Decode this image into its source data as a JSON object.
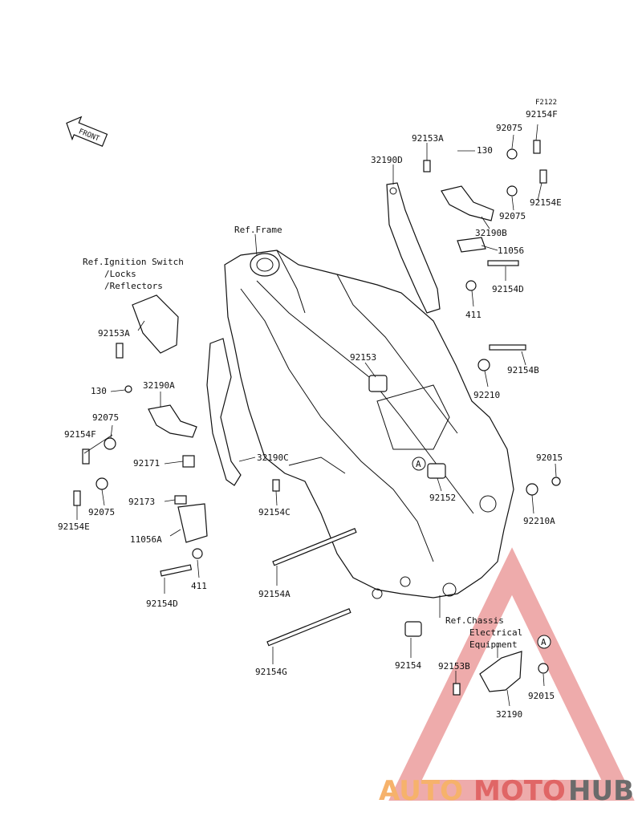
{
  "figure_code": "F2122",
  "front_label": "FRONT",
  "refs": {
    "frame": "Ref.Frame",
    "ignition_1": "Ref.Ignition Switch",
    "ignition_2": "/Locks",
    "ignition_3": "/Reflectors",
    "chassis_1": "Ref.Chassis",
    "chassis_2": "Electrical",
    "chassis_3": "Equipment"
  },
  "circle_marker": "A",
  "parts": {
    "p92154F_top": "92154F",
    "p92075_top": "92075",
    "p92153A_top": "92153A",
    "p130_top": "130",
    "p32190D": "32190D",
    "p92154E_top": "92154E",
    "p92075_top2": "92075",
    "p32190B": "32190B",
    "p11056": "11056",
    "p92154D_right": "92154D",
    "p411_right": "411",
    "p92153": "92153",
    "p92154B": "92154B",
    "p92210": "92210",
    "p92015_right": "92015",
    "p92152": "92152",
    "p92210A": "92210A",
    "p92153A_left": "92153A",
    "p130_left": "130",
    "p32190A": "32190A",
    "p92075_left": "92075",
    "p92154F_left": "92154F",
    "p92171": "92171",
    "p32190C": "32190C",
    "p92075_left2": "92075",
    "p92154E_left": "92154E",
    "p92173": "92173",
    "p92154C": "92154C",
    "p11056A": "11056A",
    "p411_left": "411",
    "p92154D_left": "92154D",
    "p92154A": "92154A",
    "p92154G": "92154G",
    "p92154": "92154",
    "p92153B": "92153B",
    "p92015_bottom": "92015",
    "p32190": "32190"
  },
  "watermark": {
    "part1": "AUTO",
    "part2": "MOTO",
    "part3": "HUB",
    "color_orange": "#f6b26b",
    "color_red": "#e06666",
    "color_gray": "#6b6b6b"
  }
}
